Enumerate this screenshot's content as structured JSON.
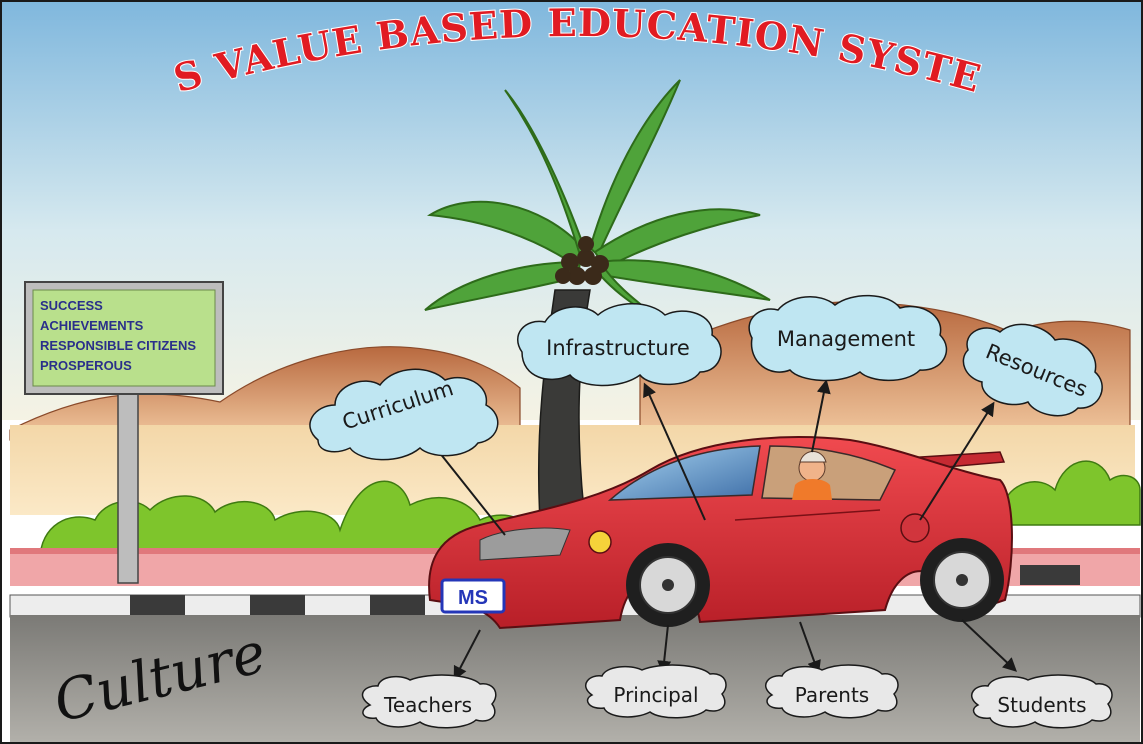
{
  "title": "MS VALUE BASED EDUCATION SYSTEM",
  "signboard": {
    "lines": [
      "SUCCESS",
      "ACHIEVEMENTS",
      "RESPONSIBLE CITIZENS",
      "PROSPEROUS"
    ]
  },
  "clouds": {
    "curriculum": "Curriculum",
    "infrastructure": "Infrastructure",
    "management": "Management",
    "resources": "Resources"
  },
  "ground_labels": {
    "teachers": "Teachers",
    "principal": "Principal",
    "parents": "Parents",
    "students": "Students"
  },
  "road_label": "Culture",
  "car_plate": "MS",
  "colors": {
    "title": "#e11b22",
    "car": "#d62e36",
    "sky_top": "#7fb7dd",
    "sky_bottom": "#f3f7ee",
    "cloud": "#bfe6f2",
    "hills": "#c8784a",
    "bushes": "#7ec52c",
    "road": "#8d8c88",
    "sign_board": "#b9e08c"
  }
}
